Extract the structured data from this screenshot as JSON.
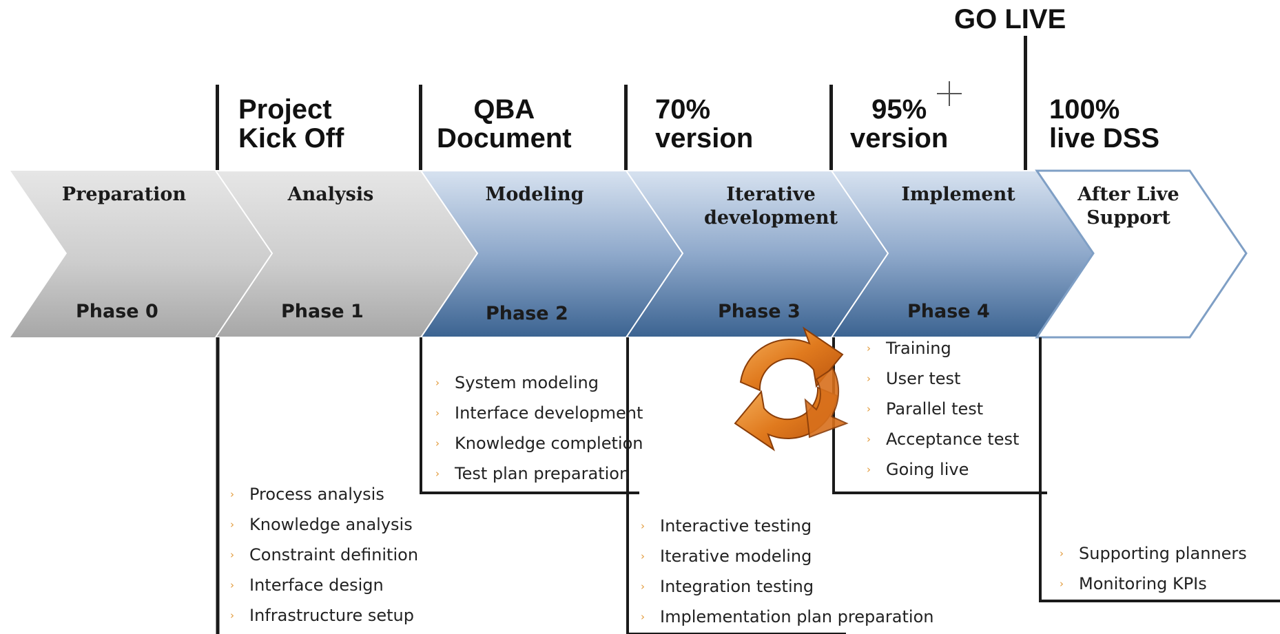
{
  "go_live": "GO LIVE",
  "milestones": [
    {
      "id": "kickoff",
      "line1": "Project",
      "line2": "Kick Off"
    },
    {
      "id": "qba",
      "line1": "QBA",
      "line2": "Document"
    },
    {
      "id": "v70",
      "line1": "70%",
      "line2": "version"
    },
    {
      "id": "v95",
      "line1": "95%",
      "line2": "version"
    },
    {
      "id": "v100",
      "line1": "100%",
      "line2": "live DSS"
    }
  ],
  "phases": [
    {
      "name_line1": "Preparation",
      "name_line2": "",
      "number": "Phase 0",
      "style": "grey"
    },
    {
      "name_line1": "Analysis",
      "name_line2": "",
      "number": "Phase 1",
      "style": "grey"
    },
    {
      "name_line1": "Modeling",
      "name_line2": "",
      "number": "Phase 2",
      "style": "blue"
    },
    {
      "name_line1": "Iterative",
      "name_line2": "development",
      "number": "Phase 3",
      "style": "blue"
    },
    {
      "name_line1": "Implement",
      "name_line2": "",
      "number": "Phase 4",
      "style": "blue"
    },
    {
      "name_line1": "After Live",
      "name_line2": "Support",
      "number": "",
      "style": "white"
    }
  ],
  "task_lists": {
    "analysis": [
      "Process analysis",
      "Knowledge analysis",
      "Constraint definition",
      "Interface design",
      "Infrastructure setup"
    ],
    "modeling": [
      "System modeling",
      "Interface development",
      "Knowledge completion",
      "Test plan preparation"
    ],
    "iterative": [
      "Interactive testing",
      "Iterative modeling",
      "Integration testing",
      "Implementation plan preparation"
    ],
    "implement": [
      "Training",
      "User test",
      "Parallel test",
      "Acceptance test",
      "Going live"
    ],
    "support": [
      "Supporting planners",
      "Monitoring KPIs"
    ]
  },
  "bullet_glyph": "›",
  "colors": {
    "grey_light": "#e2e2e2",
    "grey_dark": "#a9a9a9",
    "blue_light": "#ccd9ea",
    "blue_dark": "#3f6694",
    "white_outline": "#7f9fc5",
    "cycle_orange": "#e47f22",
    "bullet_orange": "#e29a3a"
  },
  "icons": [
    "iteration-cycle-icon"
  ]
}
